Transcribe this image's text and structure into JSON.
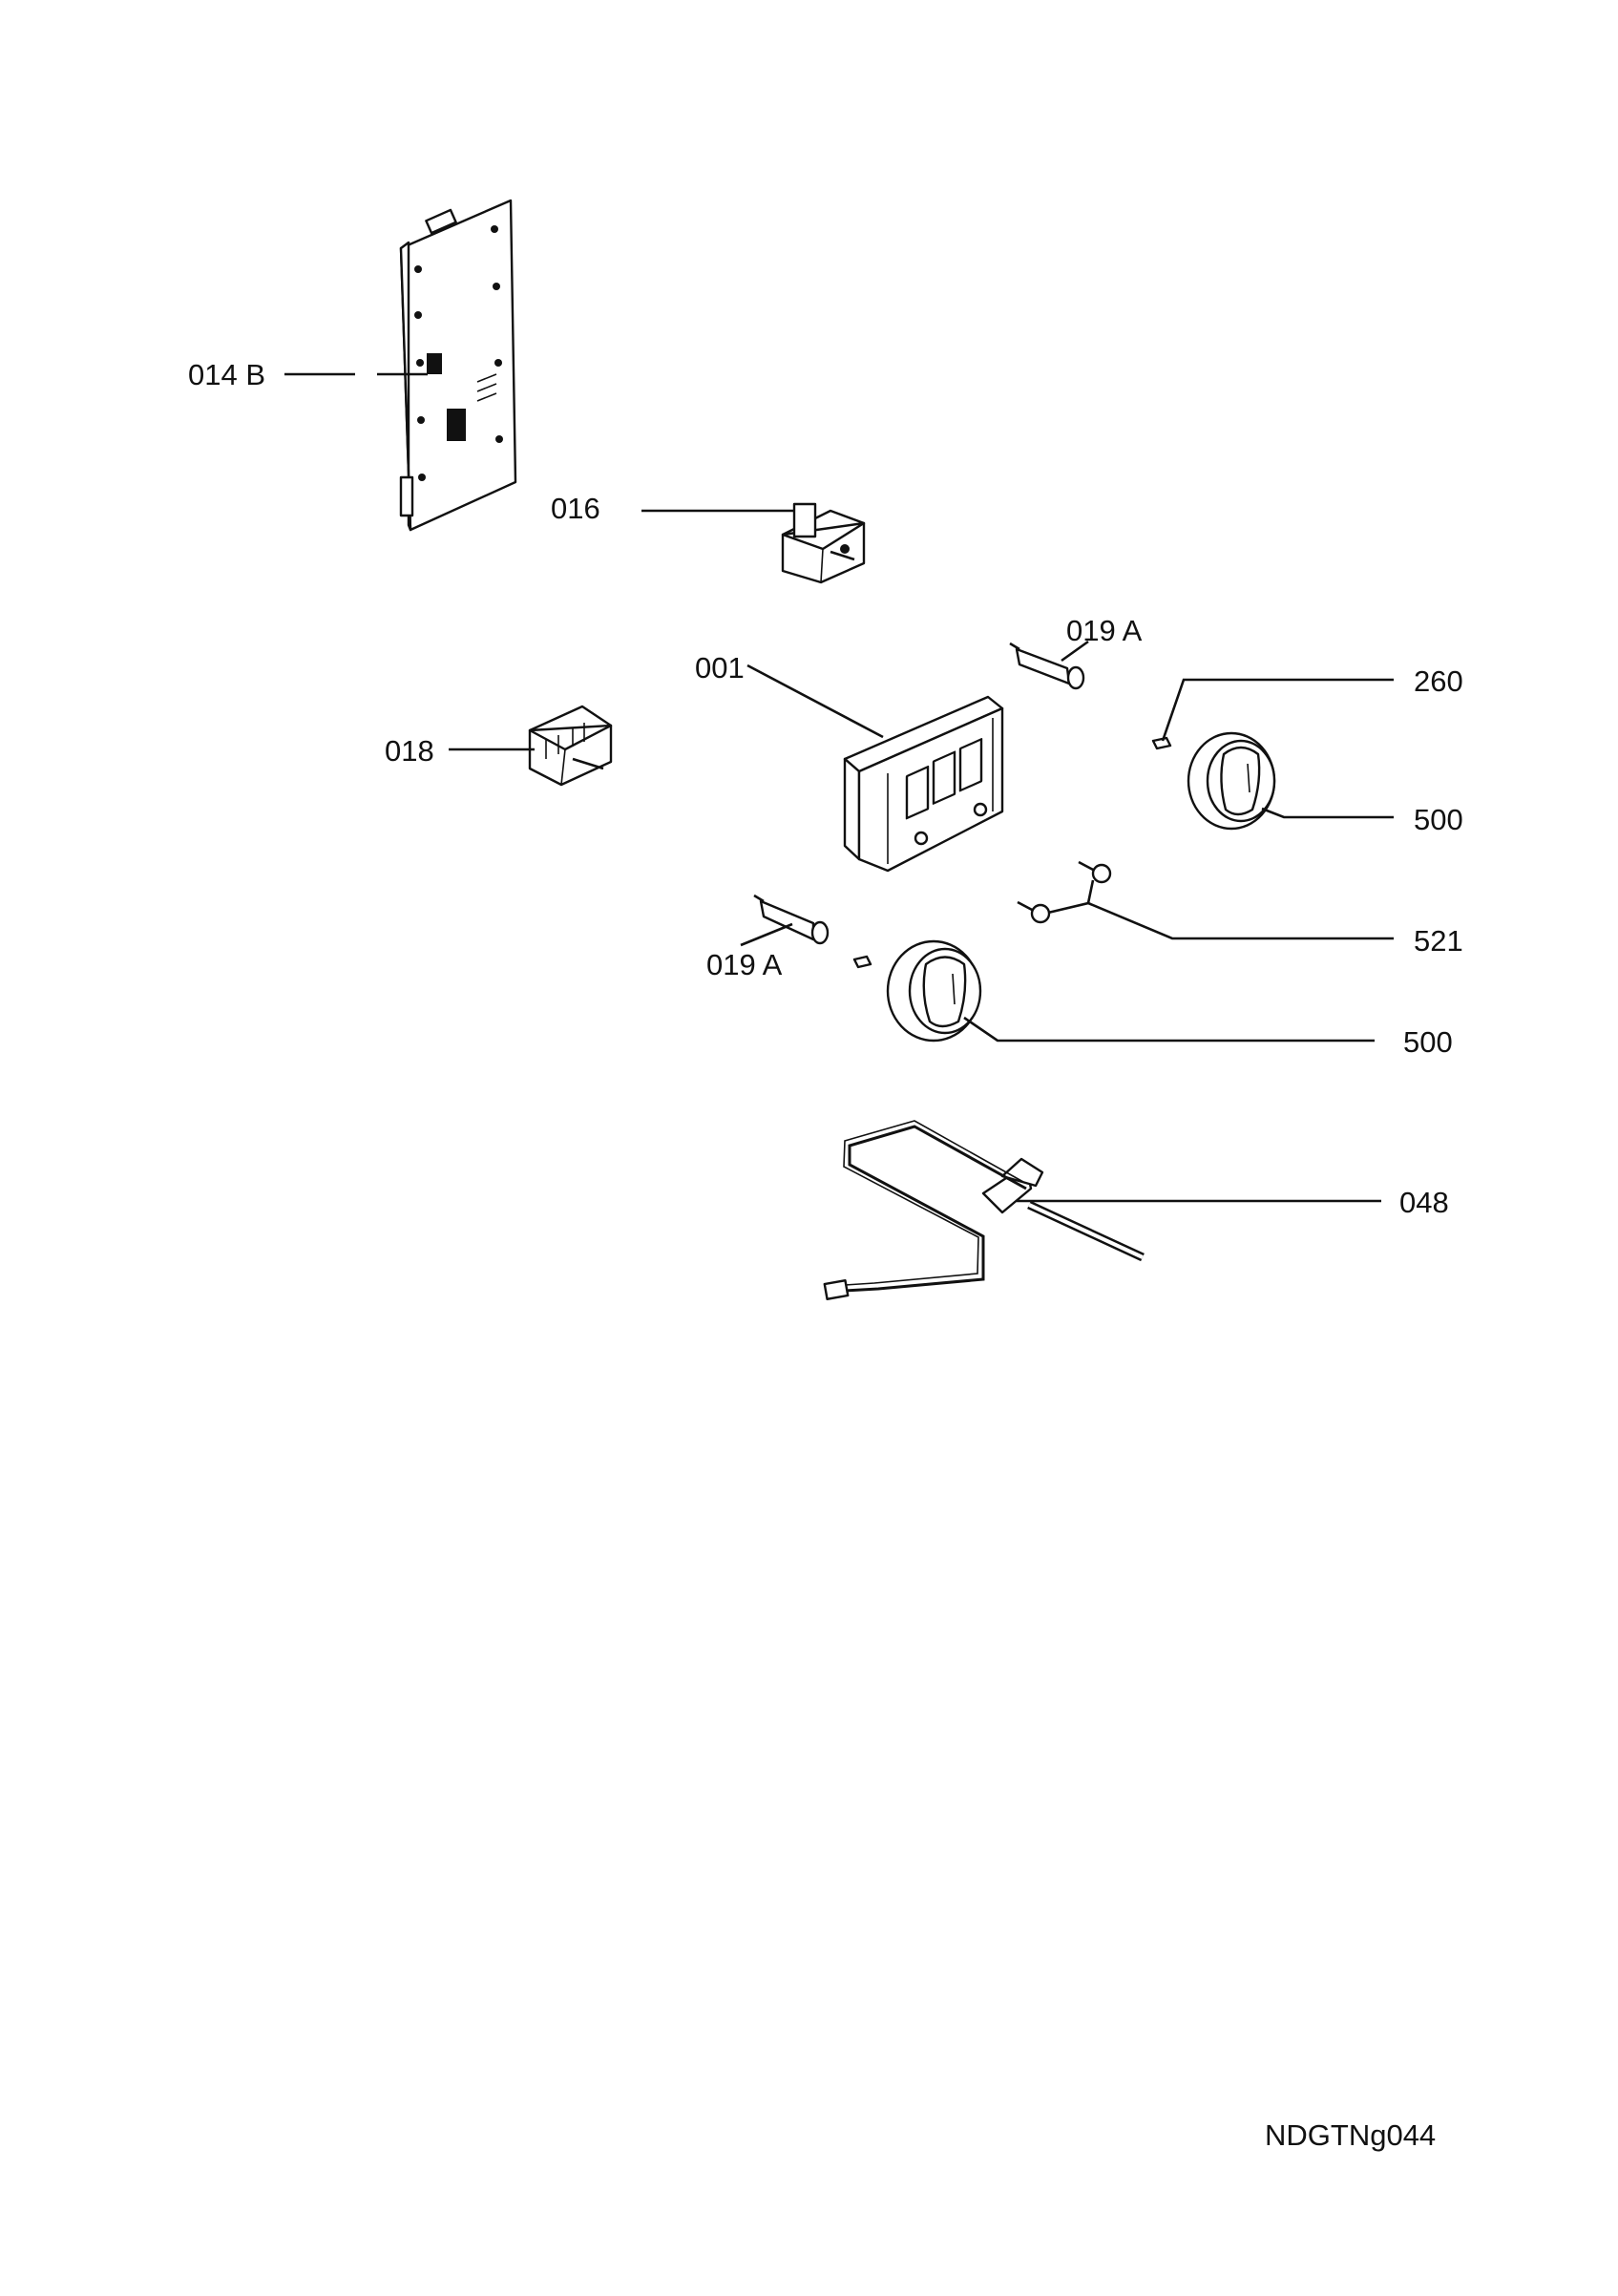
{
  "diagram": {
    "labels": {
      "p014b": "014 B",
      "p016": "016",
      "p019a_top": "019 A",
      "p001": "001",
      "p260": "260",
      "p018": "018",
      "p500_right": "500",
      "p521": "521",
      "p019a_bottom": "019 A",
      "p500_bottom": "500",
      "p048": "048"
    },
    "drawing_code": "NDGTNg044",
    "line_color": "#111111",
    "background": "#ffffff"
  }
}
